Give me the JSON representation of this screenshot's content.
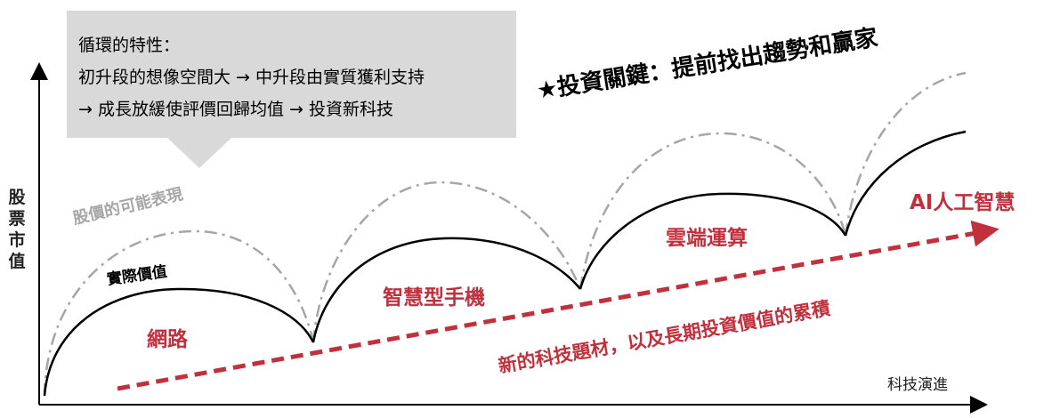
{
  "callout": {
    "title": "循環的特性：",
    "line1": "初升段的想像空間大 → 中升段由實質獲利支持",
    "line2": "→ 成長放緩使評價回歸均值 → 投資新科技"
  },
  "axes": {
    "y_label": "股票市值",
    "x_label": "科技演進"
  },
  "curves": {
    "potential_label": "股價的可能表現",
    "actual_label": "實際價值"
  },
  "phases": [
    {
      "label": "網路"
    },
    {
      "label": "智慧型手機"
    },
    {
      "label": "雲端運算"
    },
    {
      "label": "AI人工智慧"
    }
  ],
  "key_point": "★投資關鍵：提前找出趨勢和贏家",
  "trend_label": "新的科技題材，以及長期投資價值的累積",
  "colors": {
    "accent_red": "#c0313d",
    "callout_bg": "#d9d9d9",
    "dashed_gray": "#a6a6a6",
    "axis": "#000000"
  }
}
